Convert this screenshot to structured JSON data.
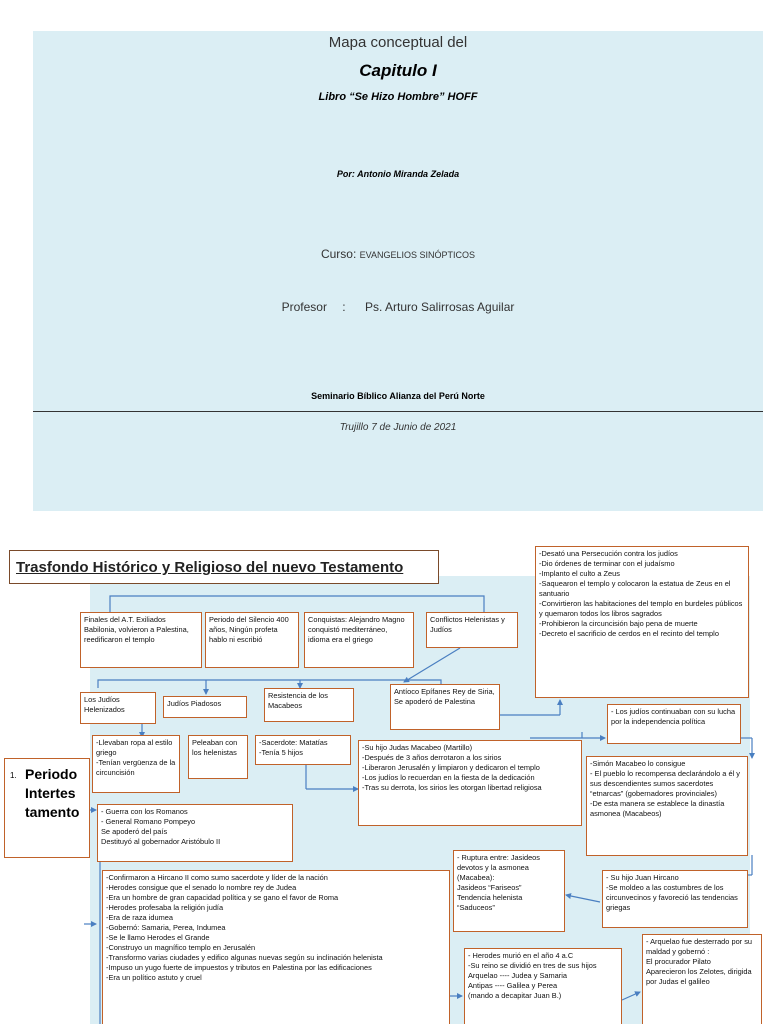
{
  "cover": {
    "title_pre": "Mapa conceptual del",
    "title_main": "Capitulo I",
    "subtitle": "Libro “Se Hizo Hombre” HOFF",
    "author": "Por: Antonio Miranda Zelada",
    "course_label": "Curso:",
    "course_value": "EVANGELIOS SINÓPTICOS",
    "teacher_label": "Profesor",
    "teacher_sep": ":",
    "teacher_value": "Ps. Arturo Salirrosas Aguilar",
    "seminary": "Seminario Bíblico Alianza del Perú Norte",
    "date": "Trujillo 7 de Junio de 2021"
  },
  "map": {
    "title": "Trasfondo Histórico y Religioso del nuevo Testamento",
    "period": {
      "number": "1.",
      "text": "Periodo Intertes tamento"
    },
    "boxes": {
      "persecution": "-Desató una Persecución contra los judíos\n-Dio órdenes de terminar con el judaísmo\n-Implanto el culto a Zeus\n-Saquearon el templo y colocaron la estatua de Zeus en el santuario\n-Convirtieron las habitaciones del templo en burdeles públicos y quemaron todos los libros sagrados\n-Prohibieron la circuncisión bajo pena de muerte\n-Decreto el sacrificio de cerdos en el recinto del templo",
      "finales": "Finales del A.T. Exiliados Babilonia, volvieron a Palestina, reedificaron el templo",
      "silencio": "Periodo del Silencio 400 años, Ningún profeta hablo ni escribió",
      "conquistas": "Conquistas: Alejandro Magno conquistó mediterráneo, idioma era el griego",
      "conflictos": "Conflictos Helenistas y Judíos",
      "helenizados": "Los Judíos Helenizados",
      "piadosos": "Judíos Piadosos",
      "resistencia": "Resistencia de los Macabeos",
      "antioco": "Antíoco Epífanes Rey de Siria, Se apoderó de Palestina",
      "continuaban": "- Los judíos continuaban con su lucha por la independencia política",
      "griego": "-Llevaban ropa al estilo griego\n-Tenían vergüenza de la circuncisión",
      "peleaban": "Peleaban con los helenistas",
      "sacerdote": "-Sacerdote: Matatías\n-Tenía 5 hijos",
      "judas": "-Su hijo Judas Macabeo (Martillo)\n-Después de 3 años derrotaron a los sirios\n-Liberaron Jerusalén y limpiaron y dedicaron el templo\n-Los judíos lo recuerdan en la fiesta de la dedicación\n-Tras su derrota, los sirios les otorgan libertad religiosa",
      "simon": "-Simón Macabeo lo consigue\n- El pueblo lo recompensa declarándolo a él y sus descendientes sumos sacerdotes “etnarcas” (gobernadores provinciales)\n-De esta manera se establece la dinastía asmonea (Macabeos)",
      "romanos": "- Guerra con los Romanos\n- General Romano Pompeyo\n    Se apoderó del país\n    Destituyó al gobernador Aristóbulo II",
      "ruptura": "- Ruptura entre: Jasideos devotos y la asmonea (Macabea):\n    Jasideos “Fariseos”\n    Tendencia helenista “Saduceos”",
      "hircano": "- Su hijo Juan Hircano\n-Se moldeo a las costumbres de los circunvecinos y favoreció las tendencias griegas",
      "herodes": "-Confirmaron a Hircano II como sumo sacerdote y líder de la nación\n-Herodes consigue que el senado lo nombre rey de Judea\n-Era un hombre de gran capacidad política y se gano el favor de Roma\n-Herodes profesaba la religión judía\n-Era de raza idumea\n-Gobernó: Samaria, Perea, Indumea\n-Se le llamo Herodes el Grande\n-Construyo un magnífico templo en Jerusalén\n-Transformo varias ciudades y edifico algunas nuevas según su inclinación helenista\n-Impuso un yugo fuerte de impuestos y tributos en Palestina por las edificaciones\n-Era un político astuto y cruel",
      "murio": "- Herodes murió en el año 4 a.C\n-Su reino se dividió en tres de sus hijos\n    Arquelao ---- Judea y Samaria\n    Antipas ---- Galilea y Perea\n(mando a decapitar Juan B.)",
      "arquelao": "- Arquelao fue desterrado por su maldad y gobernó :\n   El procurador Pilato\nAparecieron los Zelotes, dirigida por Judas el galileo"
    }
  },
  "colors": {
    "cover_bg": "#dbeef4",
    "box_border": "#c0622a",
    "arrow": "#4a7fc1"
  }
}
